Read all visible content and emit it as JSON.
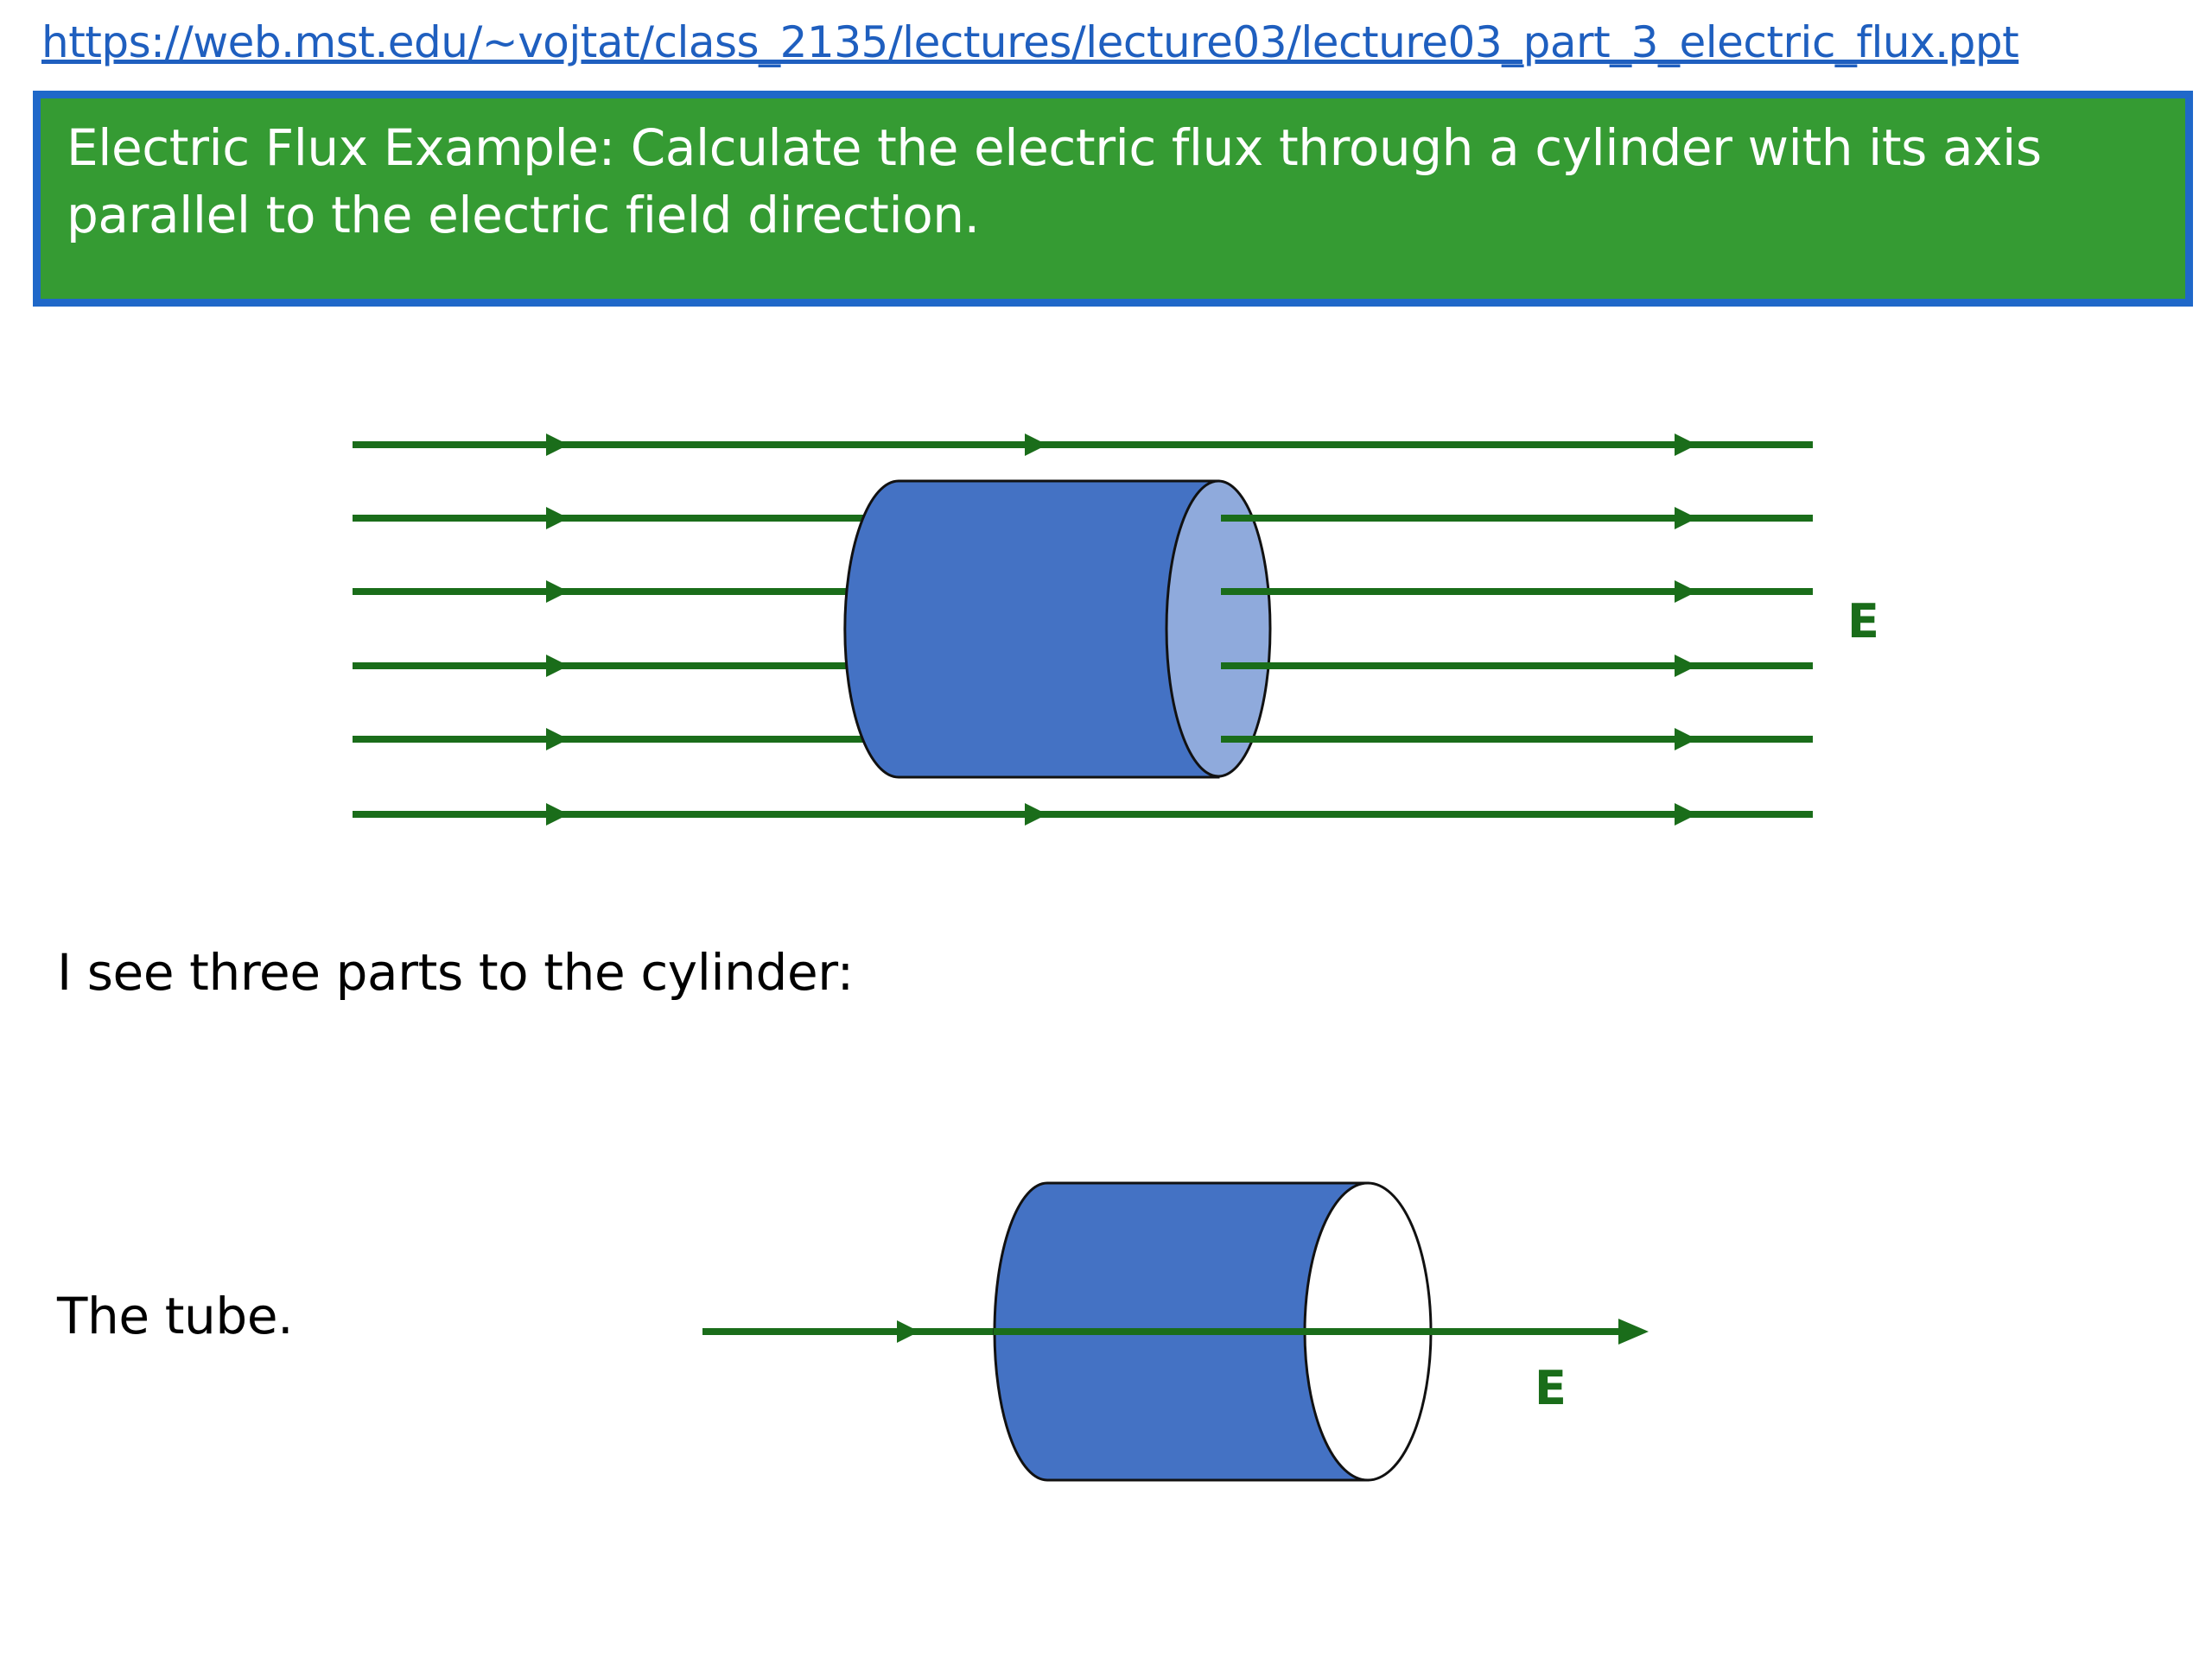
{
  "source_url": "https://web.mst.edu/~vojtat/class_2135/lectures/lecture03/lecture03_part_3_electric_flux.ppt",
  "title": "Electric Flux Example: Calculate the electric flux through a cylinder with its axis parallel to the electric field direction.",
  "paragraphs": {
    "three_parts": "I see three parts to the cylinder:",
    "tube": "The tube."
  },
  "figures": {
    "top": {
      "field_label": "E"
    },
    "bottom": {
      "field_label": "E"
    }
  },
  "colors": {
    "field_line": "#1a6d1a",
    "cylinder_body": "#4472c4",
    "cylinder_end_face": "#8faadc",
    "title_background": "#359b33",
    "title_border": "#1f68c9",
    "link": "#1f5fbf"
  }
}
